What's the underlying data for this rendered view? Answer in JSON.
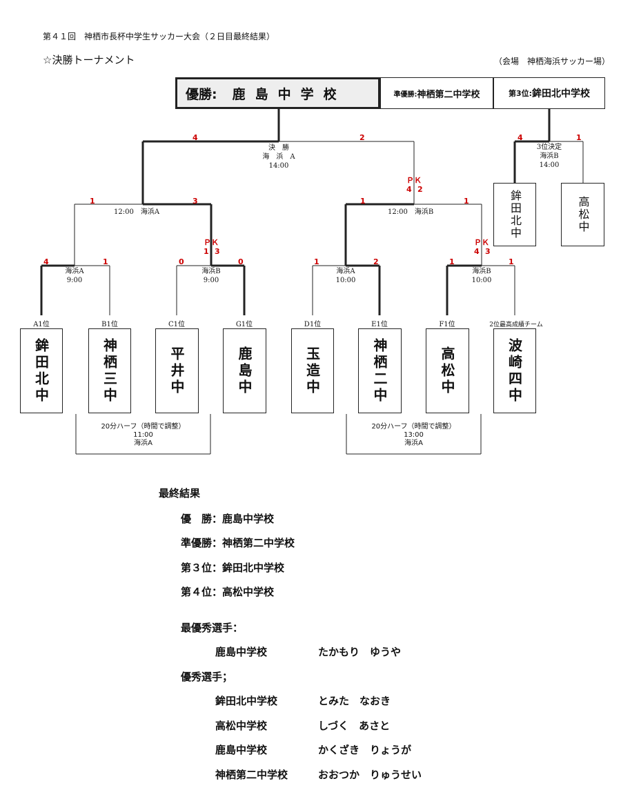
{
  "header": {
    "event_title": "第４１回　神栖市長杯中学生サッカー大会（２日目最終結果）",
    "section_title": "☆決勝トーナメント",
    "venue": "（会場　神栖海浜サッカー場）"
  },
  "podium": {
    "champion_label": "優勝:",
    "champion_name": "鹿島中学校",
    "runner_up_label": "準優勝:",
    "runner_up_name": "神栖第二中学校",
    "third_label": "第3位:",
    "third_name": "鉾田北中学校"
  },
  "teams": [
    {
      "seed": "A1位",
      "name": "鉾田北中"
    },
    {
      "seed": "B1位",
      "name": "神栖三中"
    },
    {
      "seed": "C1位",
      "name": "平井中"
    },
    {
      "seed": "G1位",
      "name": "鹿島中"
    },
    {
      "seed": "D1位",
      "name": "玉造中"
    },
    {
      "seed": "E1位",
      "name": "神栖二中"
    },
    {
      "seed": "F1位",
      "name": "高松中"
    },
    {
      "seed": "2位最高成績チーム",
      "name": "波崎四中"
    }
  ],
  "matches": {
    "qf1": {
      "venue": "海浜A",
      "time": "9:00",
      "left": "4",
      "right": "1"
    },
    "qf2": {
      "venue": "海浜B",
      "time": "9:00",
      "left": "0",
      "right": "0",
      "pk": "ＰＫ",
      "pk_left": "1",
      "pk_right": "3"
    },
    "qf3": {
      "venue": "海浜A",
      "time": "10:00",
      "left": "1",
      "right": "2"
    },
    "qf4": {
      "venue": "海浜B",
      "time": "10:00",
      "left": "1",
      "right": "1",
      "pk": "ＰＫ",
      "pk_left": "4",
      "pk_right": "3"
    },
    "sf1": {
      "label": "12:00　海浜A",
      "left": "1",
      "right": "3"
    },
    "sf2": {
      "label": "12:00　海浜B",
      "left": "1",
      "right": "1",
      "pk": "ＰＫ",
      "pk_left": "4",
      "pk_right": "2"
    },
    "final": {
      "line1": "決　勝",
      "line2": "海　浜　A",
      "line3": "14:00",
      "left": "4",
      "right": "2"
    },
    "third": {
      "line1": "3位決定",
      "line2": "海浜B",
      "line3": "14:00",
      "left": "4",
      "right": "1",
      "team_left": "鉾田北中",
      "team_right": "高松中"
    }
  },
  "notes": {
    "left": {
      "line1": "20分ハーフ（時間で調整）",
      "line2": "11:00",
      "line3": "海浜A"
    },
    "right": {
      "line1": "20分ハーフ（時間で調整）",
      "line2": "13:00",
      "line3": "海浜A"
    }
  },
  "results": {
    "heading": "最終結果",
    "lines": [
      "優　勝：鹿島中学校",
      "準優勝：神栖第二中学校",
      "第３位：鉾田北中学校",
      "第４位：高松中学校"
    ],
    "mvp_heading": "最優秀選手：",
    "mvp": {
      "school": "鹿島中学校",
      "player": "たかもり　ゆうや"
    },
    "excellent_heading": "優秀選手；",
    "excellent": [
      {
        "school": "鉾田北中学校",
        "player": "とみた　なおき"
      },
      {
        "school": "高松中学校",
        "player": "しづく　あさと"
      },
      {
        "school": "鹿島中学校",
        "player": "かくざき　りょうが"
      },
      {
        "school": "神栖第二中学校",
        "player": "おおつか　りゅうせい"
      }
    ]
  }
}
